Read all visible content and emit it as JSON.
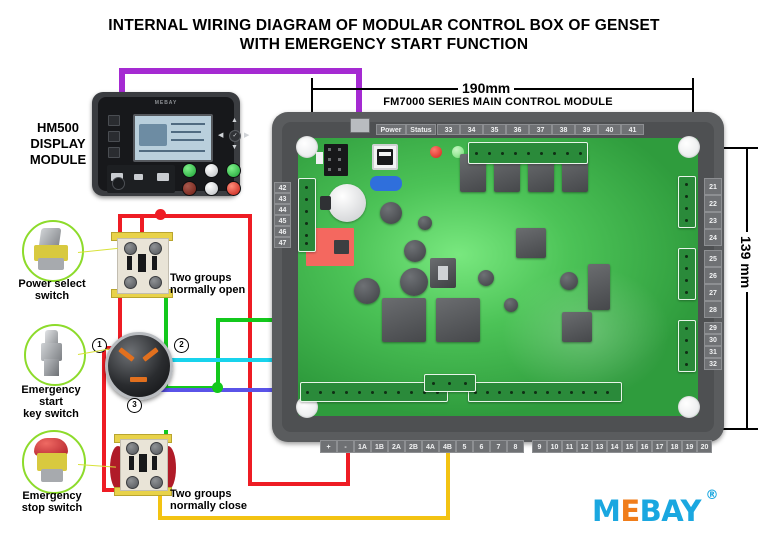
{
  "title": {
    "line1": "INTERNAL WIRING DIAGRAM OF MODULAR CONTROL BOX OF GENSET",
    "line2": "WITH EMERGENCY START FUNCTION"
  },
  "display_module": {
    "label_line1": "HM500",
    "label_line2": "DISPLAY",
    "label_line3": "MODULE",
    "brand": "MEBAY"
  },
  "control_module": {
    "title": "FM7000 SERIES MAIN CONTROL MODULE",
    "indicators": [
      {
        "label": "Power",
        "color": "#e8352a"
      },
      {
        "label": "Status",
        "color": "#7ce87f"
      }
    ],
    "top_terminals": [
      "33",
      "34",
      "35",
      "36",
      "37",
      "38",
      "39",
      "40",
      "41"
    ],
    "left_terminals": [
      "42",
      "43",
      "44",
      "45",
      "46",
      "47"
    ],
    "right_terminals_block1": [
      "21",
      "22",
      "23",
      "24"
    ],
    "right_terminals_block2": [
      "25",
      "26",
      "27",
      "28"
    ],
    "right_terminals_block3": [
      "29",
      "30",
      "31",
      "32"
    ],
    "bottom_terminals_left": [
      "+",
      "-",
      "1A",
      "1B",
      "2A",
      "2B",
      "4A",
      "4B",
      "5",
      "6",
      "7",
      "8"
    ],
    "bottom_terminals_right": [
      "9",
      "10",
      "11",
      "12",
      "13",
      "14",
      "15",
      "16",
      "17",
      "18",
      "19",
      "20"
    ]
  },
  "dimensions": {
    "width": "190mm",
    "height": "139 mm"
  },
  "switches": {
    "power_select": {
      "label_line1": "Power select",
      "label_line2": "switch",
      "contact_note_line1": "Two groups",
      "contact_note_line2": "normally open"
    },
    "emergency_start": {
      "label_line1": "Emergency",
      "label_line2": "start",
      "label_line3": "key switch",
      "terminals": [
        "1",
        "2",
        "3"
      ]
    },
    "emergency_stop": {
      "label_line1": "Emergency",
      "label_line2": "stop switch",
      "contact_note_line1": "Two groups",
      "contact_note_line2": "normally close"
    }
  },
  "brand": {
    "text_part1": "M",
    "text_dash": "E",
    "text_part2": "BAY",
    "registered": "®"
  },
  "colors": {
    "wire_red": "#ee1c24",
    "wire_green": "#13c81c",
    "wire_cyan": "#18d3ec",
    "wire_blue": "#5a53e8",
    "wire_yellow": "#f3c312",
    "wire_purple": "#a52ad2",
    "pcb_green": "#4cc357",
    "enclosure_gray": "#5a5c5e",
    "brand_blue": "#1aa7e0",
    "brand_orange": "#f07d1a",
    "callout_green": "#8ddb2b"
  }
}
